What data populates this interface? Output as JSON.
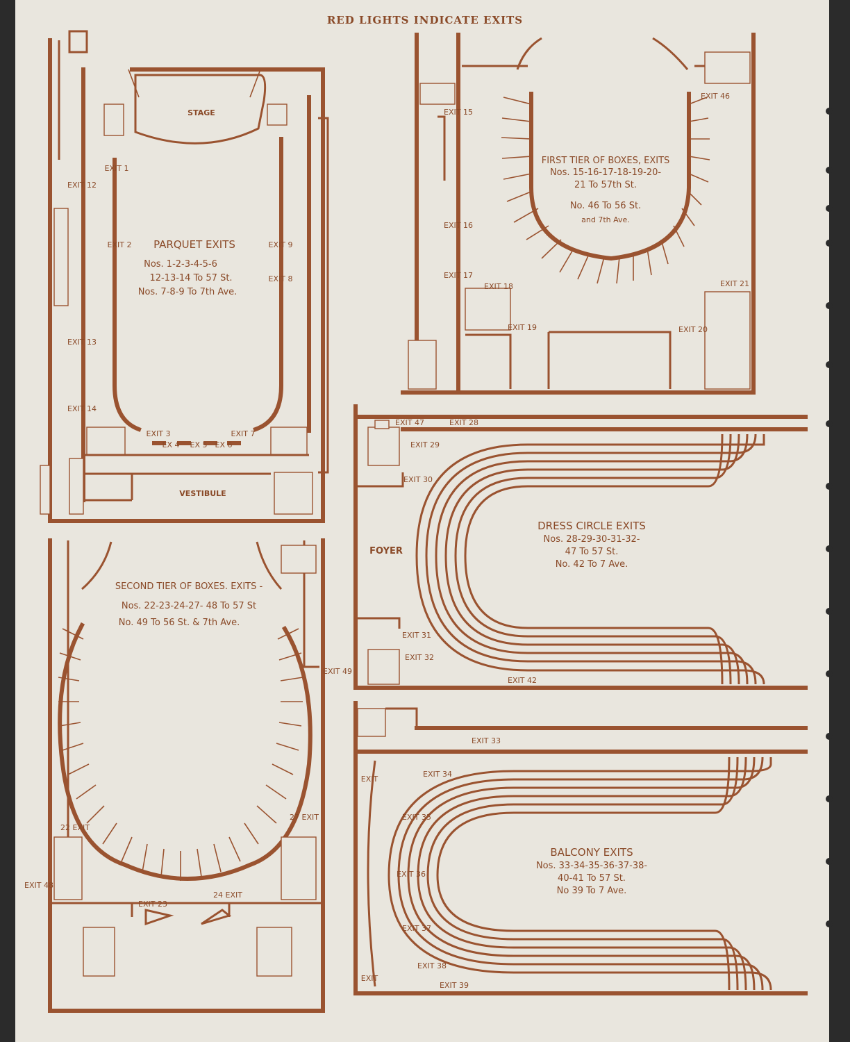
{
  "header": {
    "title": "RED LIGHTS INDICATE EXITS"
  },
  "parquet": {
    "stage": "STAGE",
    "vestibule": "VESTIBULE",
    "caption_title": "PARQUET EXITS",
    "caption_1": "Nos. 1-2-3-4-5-6",
    "caption_2": "12-13-14 To 57 St.",
    "caption_3": "Nos. 7-8-9 To 7th Ave.",
    "exits": [
      "EXIT 1",
      "EXIT 2",
      "EXIT 12",
      "EXIT 13",
      "EXIT 14",
      "EXIT 9",
      "EXIT 8",
      "EXIT 3",
      "EX 4",
      "EX 5",
      "EX 6",
      "EXIT 7"
    ]
  },
  "first_tier": {
    "caption_1": "FIRST TIER OF BOXES, EXITS",
    "caption_2": "Nos. 15-16-17-18-19-20-",
    "caption_3": "21 To 57th St.",
    "caption_4": "No. 46 To 56 St.",
    "caption_5": "and 7th Ave.",
    "exits": [
      "EXIT 15",
      "EXIT 16",
      "EXIT 17",
      "EXIT 18",
      "EXIT 19",
      "EXIT 46",
      "EXIT 21",
      "EXIT 20"
    ]
  },
  "second_tier": {
    "caption_1": "SECOND TIER OF BOXES. EXITS -",
    "caption_2": "Nos. 22-23-24-27- 48 To 57 St",
    "caption_3": "No. 49 To 56 St. & 7th Ave.",
    "exits": [
      "22 EXIT",
      "27 EXIT",
      "EXIT 48",
      "EXIT 23",
      "24 EXIT",
      "EXIT 49"
    ]
  },
  "dress_circle": {
    "foyer": "FOYER",
    "caption_1": "DRESS CIRCLE EXITS",
    "caption_2": "Nos. 28-29-30-31-32-",
    "caption_3": "47 To 57 St.",
    "caption_4": "No. 42 To 7 Ave.",
    "exits": [
      "EXIT 47",
      "EXIT 28",
      "EXIT 29",
      "EXIT 30",
      "EXIT 31",
      "EXIT 32",
      "EXIT 42"
    ]
  },
  "balcony": {
    "caption_1": "BALCONY EXITS",
    "caption_2": "Nos. 33-34-35-36-37-38-",
    "caption_3": "40-41 To 57 St.",
    "caption_4": "No 39 To 7 Ave.",
    "exits": [
      "EXIT 33",
      "EXIT",
      "EXIT 34",
      "EXIT 35",
      "EXIT 36",
      "EXIT 37",
      "EXIT 38",
      "EXIT 39",
      "EXIT"
    ]
  },
  "colors": {
    "ink": "#9a5330",
    "paper": "#e9e6de",
    "background": "#2b2b2b"
  }
}
